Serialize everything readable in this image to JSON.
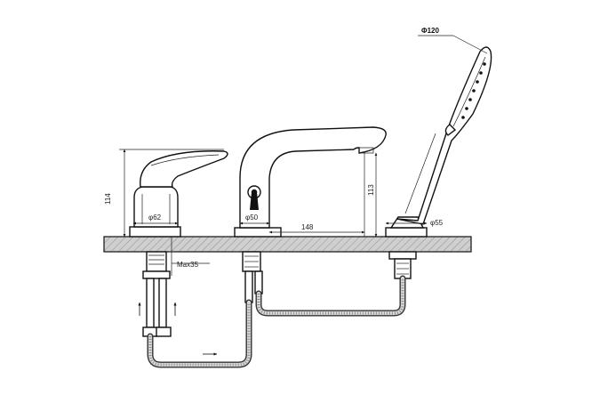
{
  "dimensions": {
    "shower_diameter": "Φ120",
    "lever_height": "114",
    "lever_base": "φ62",
    "spout_base": "φ50",
    "spout_reach": "148",
    "spout_height": "113",
    "shower_holder_base": "φ55",
    "max_deck_thickness": "Max35"
  },
  "colors": {
    "line": "#111111",
    "deck_fill": "#c8c8c8",
    "hose": "#333333"
  }
}
